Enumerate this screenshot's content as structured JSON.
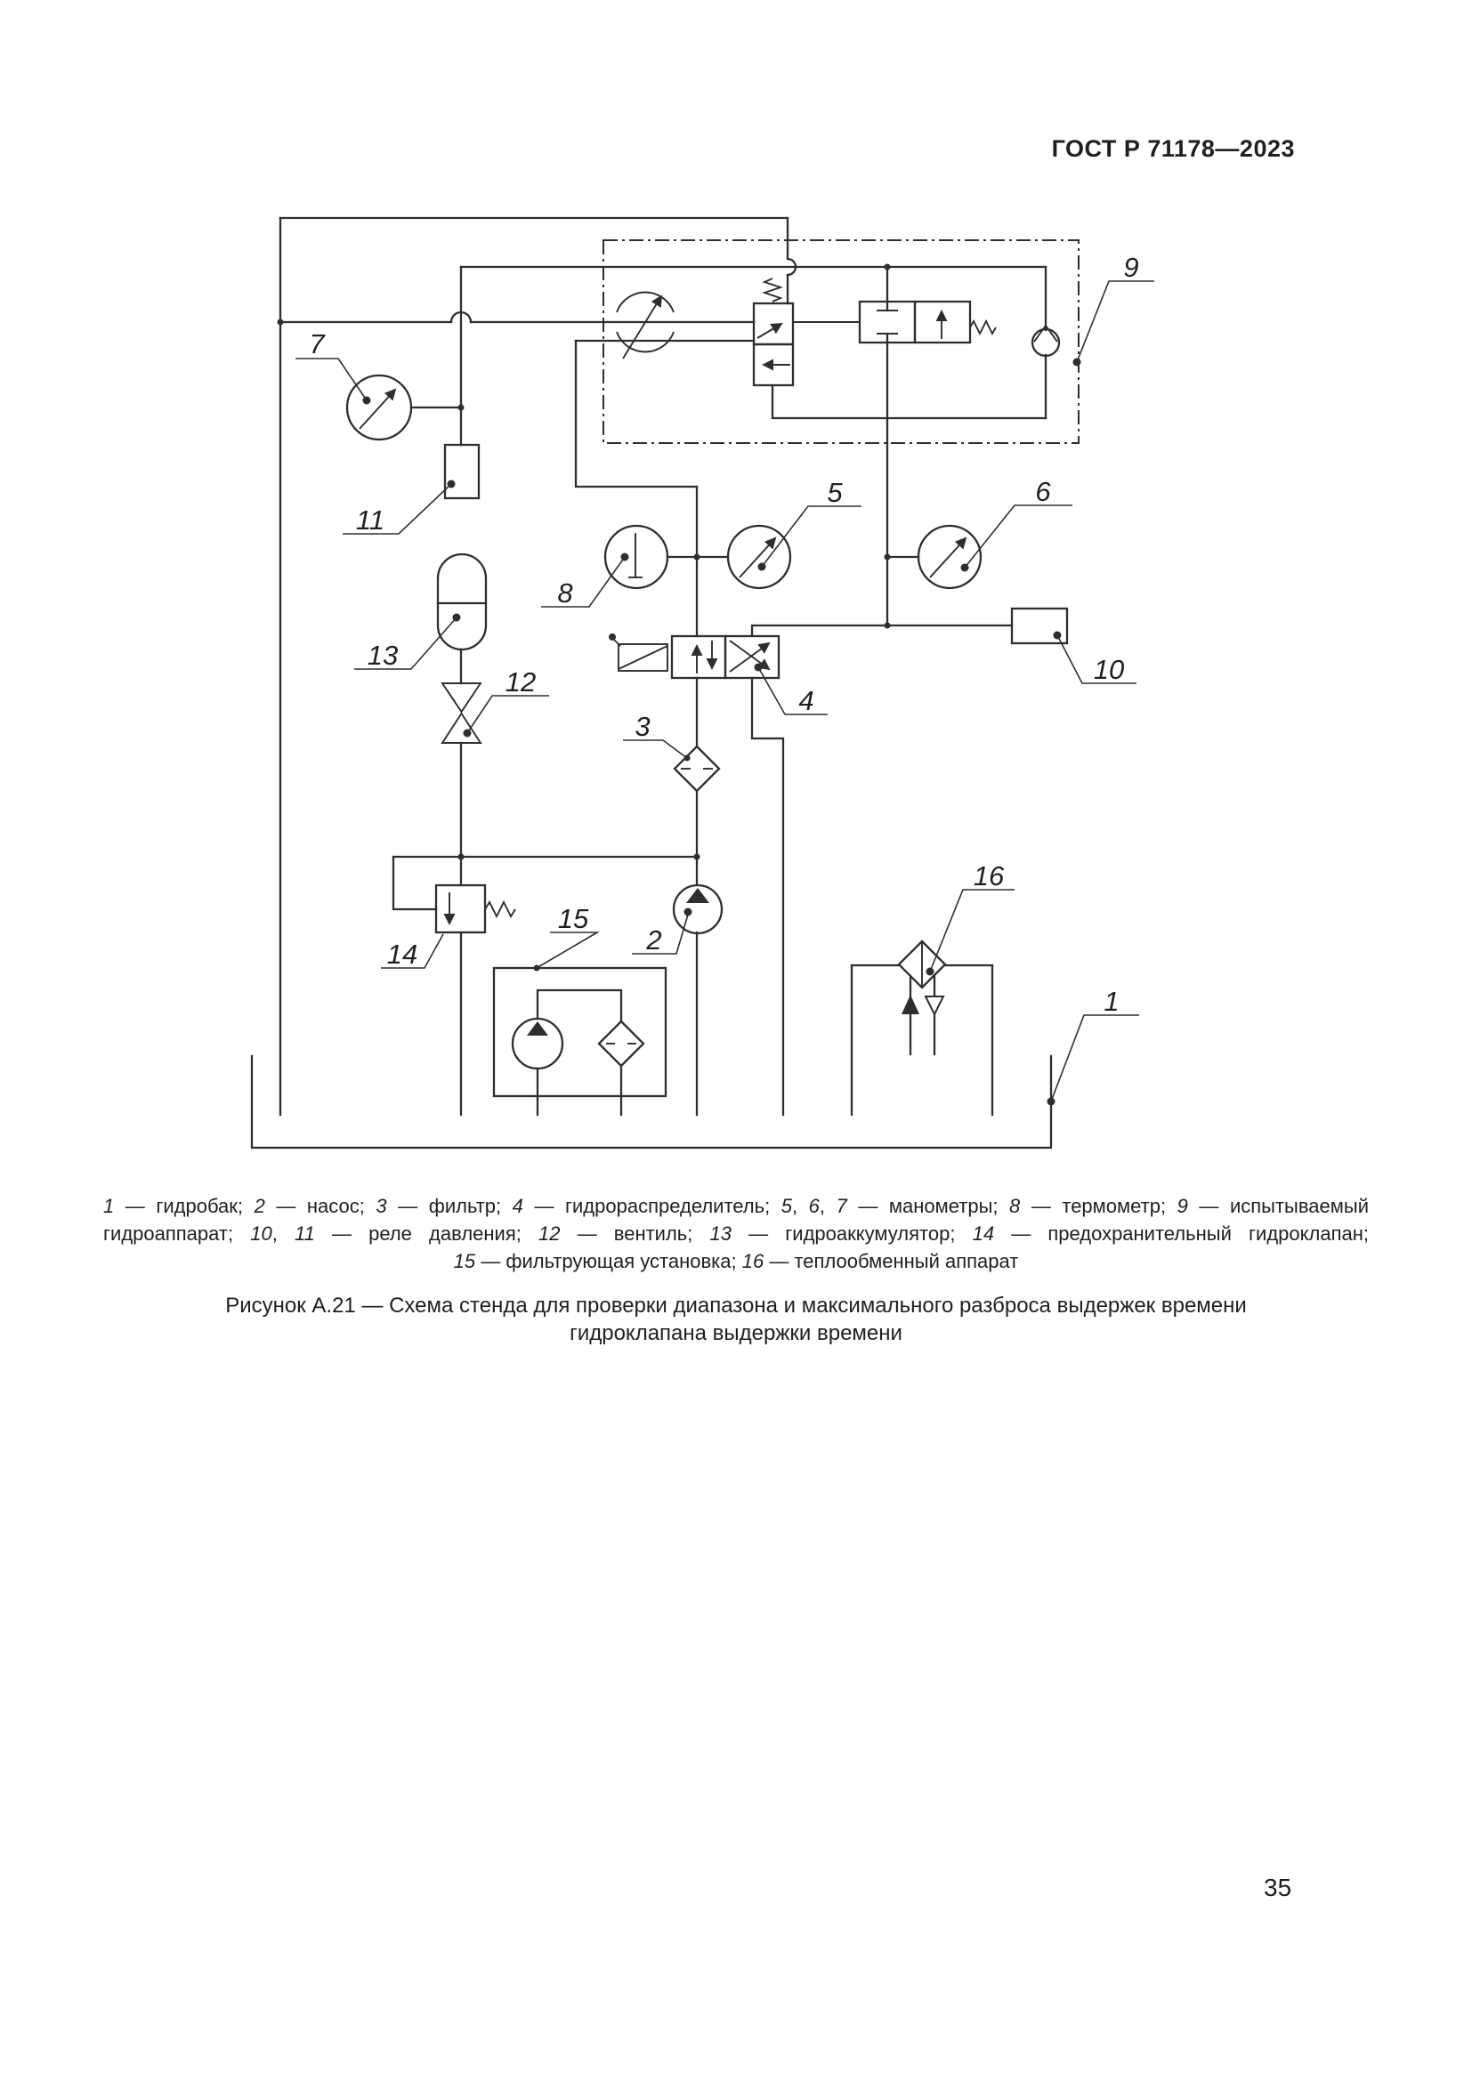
{
  "page": {
    "header": "ГОСТ Р 71178—2023",
    "page_number": "35"
  },
  "figure": {
    "caption_line_1": "1 — гидробак; 2 — насос; 3 — фильтр; 4 — гидрораспределитель; 5, 6, 7 — манометры; 8 — термометр; 9 — испытываемый",
    "caption_line_2": "гидроаппарат; 10, 11 — реле давления; 12 — вентиль; 13 — гидроаккумулятор; 14 — предохранительный гидроклапан;",
    "caption_line_3": "15 — фильтрующая установка; 16 — теплообменный аппарат",
    "title_line_1": "Рисунок А.21 — Схема стенда для проверки диапазона и максимального разброса выдержек времени",
    "title_line_2": "гидроклапана выдержки времени"
  },
  "diagram": {
    "labels": [
      "1",
      "2",
      "3",
      "4",
      "5",
      "6",
      "7",
      "8",
      "9",
      "10",
      "11",
      "12",
      "13",
      "14",
      "15",
      "16"
    ],
    "colors": {
      "ink": "#1f1f1f",
      "line": "#2e2e2e",
      "paper": "#ffffff"
    }
  }
}
